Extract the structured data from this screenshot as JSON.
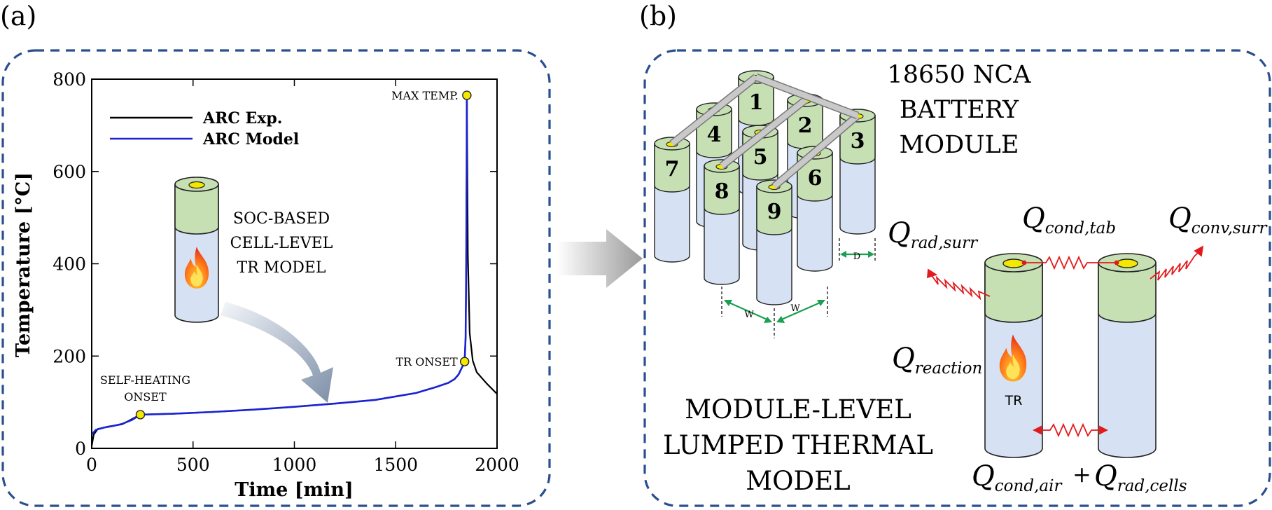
{
  "panel_a": {
    "label": "(a)",
    "chart_data": {
      "type": "line",
      "xlabel": "Time [min]",
      "ylabel": "Temperature [°C]",
      "xlim": [
        0,
        2000
      ],
      "ylim": [
        0,
        800
      ],
      "x_ticks": [
        0,
        500,
        1000,
        1500,
        2000
      ],
      "y_ticks": [
        0,
        200,
        400,
        600,
        800
      ],
      "x_tick_labels": [
        "0",
        "500",
        "1000",
        "1500",
        "2000"
      ],
      "y_tick_labels": [
        "0",
        "200",
        "400",
        "600",
        "800"
      ],
      "legend_position": "top-left",
      "series": [
        {
          "name": "ARC Exp.",
          "color": "#000000",
          "points": [
            [
              0,
              5
            ],
            [
              10,
              30
            ],
            [
              30,
              42
            ],
            [
              80,
              47
            ],
            [
              150,
              52
            ],
            [
              240,
              73
            ],
            [
              400,
              75
            ],
            [
              600,
              79
            ],
            [
              800,
              84
            ],
            [
              1000,
              90
            ],
            [
              1200,
              97
            ],
            [
              1400,
              105
            ],
            [
              1600,
              120
            ],
            [
              1700,
              133
            ],
            [
              1760,
              142
            ],
            [
              1790,
              150
            ],
            [
              1810,
              160
            ],
            [
              1830,
              178
            ],
            [
              1840,
              188
            ],
            [
              1845,
              240
            ],
            [
              1848,
              400
            ],
            [
              1850,
              600
            ],
            [
              1851,
              765
            ],
            [
              1856,
              420
            ],
            [
              1865,
              250
            ],
            [
              1880,
              190
            ],
            [
              1900,
              165
            ],
            [
              1950,
              140
            ],
            [
              2000,
              118
            ]
          ]
        },
        {
          "name": "ARC Model",
          "color": "#1a22d4",
          "points": [
            [
              0,
              30
            ],
            [
              20,
              40
            ],
            [
              60,
              45
            ],
            [
              100,
              48
            ],
            [
              150,
              53
            ],
            [
              200,
              62
            ],
            [
              240,
              73
            ],
            [
              400,
              75
            ],
            [
              600,
              79
            ],
            [
              800,
              84
            ],
            [
              1000,
              90
            ],
            [
              1200,
              97
            ],
            [
              1400,
              105
            ],
            [
              1600,
              120
            ],
            [
              1700,
              133
            ],
            [
              1760,
              142
            ],
            [
              1790,
              150
            ],
            [
              1810,
              160
            ],
            [
              1830,
              178
            ],
            [
              1840,
              188
            ],
            [
              1845,
              240
            ],
            [
              1848,
              400
            ],
            [
              1850,
              600
            ],
            [
              1851,
              765
            ]
          ]
        }
      ],
      "markers": [
        {
          "label": "SELF-HEATING",
          "label2": "ONSET",
          "x": 240,
          "y": 73
        },
        {
          "label": "TR ONSET",
          "label2": "",
          "x": 1840,
          "y": 188
        },
        {
          "label": "MAX TEMP.",
          "label2": "",
          "x": 1851,
          "y": 765
        }
      ]
    },
    "inset": {
      "line1": "SOC-BASED",
      "line2": "CELL-LEVEL",
      "line3": "TR MODEL"
    }
  },
  "panel_b": {
    "label": "(b)",
    "title_line1": "18650 NCA",
    "title_line2": "BATTERY",
    "title_line3": "MODULE",
    "model_line1": "MODULE-LEVEL",
    "model_line2": "LUMPED THERMAL",
    "model_line3": "MODEL",
    "cell_numbers": [
      "1",
      "2",
      "3",
      "4",
      "5",
      "6",
      "7",
      "8",
      "9"
    ],
    "dim_w": "W",
    "dim_d": "D",
    "tr_label": "TR",
    "heat_terms": {
      "rad_surr": {
        "base": "Q",
        "sub": "rad,surr"
      },
      "cond_tab": {
        "base": "Q",
        "sub": "cond,tab"
      },
      "conv_surr": {
        "base": "Q",
        "sub": "conv,surr"
      },
      "reaction": {
        "base": "Q",
        "sub": "reaction"
      },
      "cond_air": {
        "base": "Q",
        "sub": "cond,air"
      },
      "plus": "+",
      "rad_cells": {
        "base": "Q",
        "sub": "rad,cells"
      }
    }
  },
  "colors": {
    "panel_border": "#2a4f8f",
    "cell_top": "#c6e0b4",
    "cell_body": "#d6e2f3",
    "terminal": "#f5e800",
    "heat_path": "#e31a1c",
    "dimension": "#1aa050",
    "tab": "#c9c9c9"
  }
}
